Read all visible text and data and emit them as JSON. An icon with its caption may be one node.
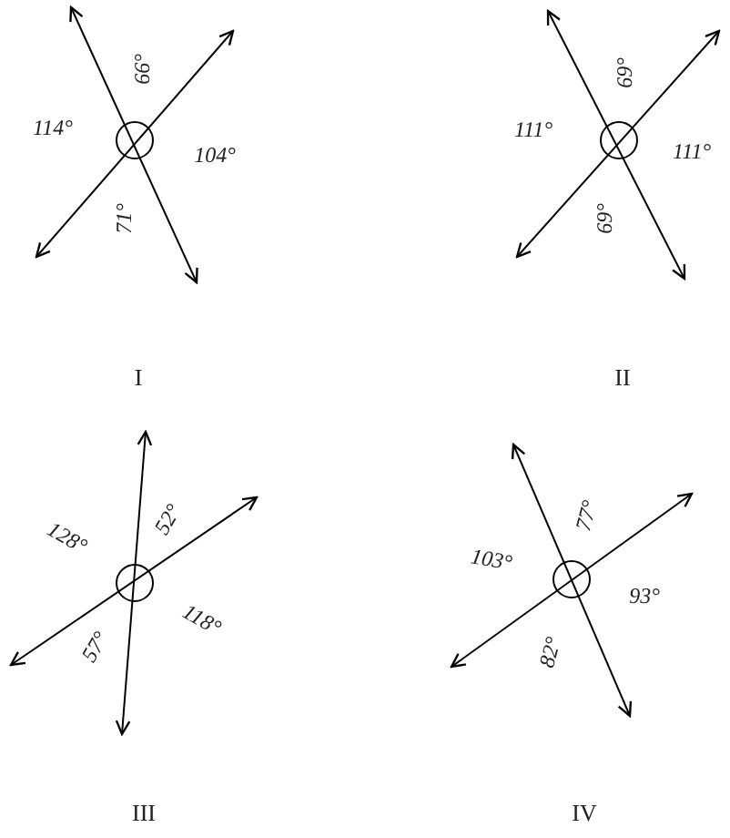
{
  "diagram": {
    "labels": [
      "66°",
      "114°",
      "104°",
      "71°",
      "I",
      "69°",
      "111°",
      "111°",
      "69°",
      "II",
      "128°",
      "52°",
      "118°",
      "57°",
      "III",
      "103°",
      "77°",
      "93°",
      "82°",
      "IV"
    ]
  }
}
